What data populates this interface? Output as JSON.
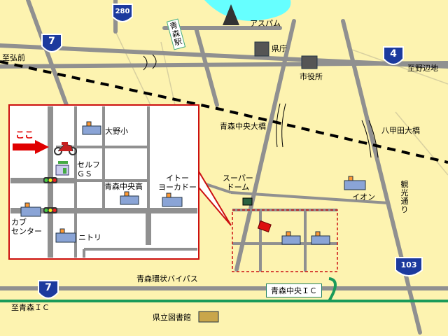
{
  "map": {
    "labels": {
      "station": "青森駅",
      "aspam": "アスパム",
      "prefecture_office": "県庁",
      "city_hall": "市役所",
      "to_hirosaki": "至弘前",
      "to_nohejimachi": "至野辺地",
      "chuo_ohashi": "青森中央大橋",
      "hakkoda_ohashi": "八甲田大橋",
      "super_dome": "スーパー\nドーム",
      "aeon": "イオン",
      "kanko_dori": "観光通り",
      "bypass": "青森環状バイパス",
      "ic_center": "青森中央ＩＣ",
      "to_aomori_ic": "至青森ＩＣ",
      "library": "県立図書館"
    },
    "routes": {
      "r280": "280",
      "r7_top": "7",
      "r4": "4",
      "r103": "103",
      "r7_bottom": "7"
    },
    "inset": {
      "here": "ここ",
      "ohno_elementary": "大野小",
      "self_gs": "セルフ\nＧＳ",
      "chuo_high": "青森中央高",
      "itoyokado": "イトー\nヨーカドー",
      "cab_center": "カブ\nセンター",
      "nitori": "ニトリ"
    },
    "colors": {
      "background": "#fdf3b0",
      "road": "#909090",
      "route_sign": "#1c3a9e",
      "highlight": "#cc1010",
      "expressway": "#1a9a5a",
      "sea": "#66ffff"
    }
  }
}
